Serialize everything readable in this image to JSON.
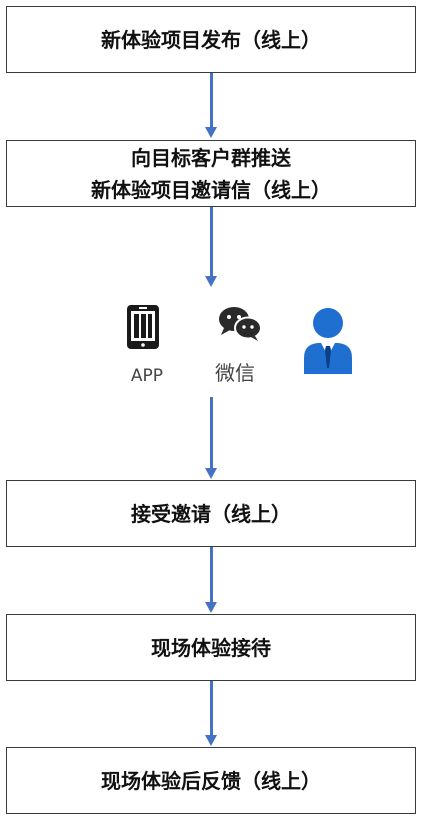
{
  "steps": [
    {
      "lines": [
        "新体验项目发布（线上）"
      ]
    },
    {
      "lines": [
        "向目标客户群推送",
        "新体验项目邀请信（线上）"
      ]
    },
    {
      "lines": [
        "接受邀请（线上）"
      ]
    },
    {
      "lines": [
        "现场体验接待"
      ]
    },
    {
      "lines": [
        "现场体验后反馈（线上）"
      ]
    }
  ],
  "channels": {
    "app_label": "APP",
    "wechat_label": "微信",
    "icons": [
      "phone-icon",
      "wechat-icon",
      "person-icon"
    ]
  },
  "colors": {
    "arrow": "#4472c4",
    "box_border": "#3a3a3a",
    "phone": "#1a1a1a",
    "wechat": "#2a2a2a",
    "person": "#1f6fd1"
  }
}
